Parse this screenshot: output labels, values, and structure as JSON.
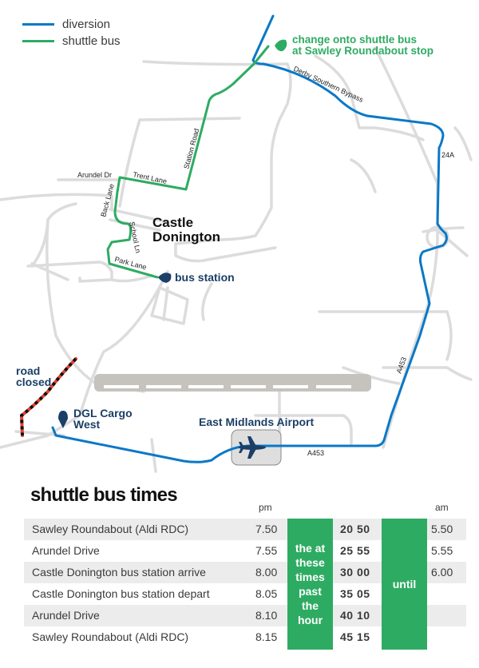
{
  "legend": {
    "items": [
      {
        "label": "diversion",
        "color": "#0a78c7"
      },
      {
        "label": "shuttle bus",
        "color": "#2eab62"
      }
    ]
  },
  "map": {
    "labels": {
      "change_stop_line1": "change onto shuttle bus",
      "change_stop_line2": "at Sawley Roundabout stop",
      "town_line1": "Castle",
      "town_line2": "Donington",
      "bus_station": "bus station",
      "road_closed_line1": "road",
      "road_closed_line2": "closed",
      "dgl_line1": "DGL Cargo",
      "dgl_line2": "West",
      "airport": "East Midlands Airport"
    },
    "roads": {
      "derby_bypass": "Derby Southern Bypass",
      "a24": "24A",
      "station_road": "Station Road",
      "arundel_dr": "Arundel Dr",
      "trent_lane": "Trent Lane",
      "back_lane": "Back Lane",
      "school_ln": "School Ln",
      "park_lane": "Park Lane",
      "a453_vertical": "A453",
      "a453_horizontal": "A453"
    },
    "colors": {
      "diversion": "#0a78c7",
      "shuttle": "#2eab62",
      "navy": "#1b3f66",
      "road": "#dcdcdc",
      "runway": "#c5c3bd",
      "closed_red": "#e8412c"
    }
  },
  "timetable": {
    "title": "shuttle bus times",
    "pm_header": "pm",
    "am_header": "am",
    "past_hour_text": "the at these times past the hour",
    "until_text": "until",
    "rows": [
      {
        "stop": "Sawley Roundabout (Aldi RDC)",
        "pm": "7.50",
        "minutes": "20  50",
        "am": "5.50"
      },
      {
        "stop": "Arundel Drive",
        "pm": "7.55",
        "minutes": "25  55",
        "am": "5.55"
      },
      {
        "stop": "Castle Donington bus station arrive",
        "pm": "8.00",
        "minutes": "30  00",
        "am": "6.00"
      },
      {
        "stop": "Castle Donington bus station depart",
        "pm": "8.05",
        "minutes": "35  05",
        "am": ""
      },
      {
        "stop": "Arundel Drive",
        "pm": "8.10",
        "minutes": "40  10",
        "am": ""
      },
      {
        "stop": "Sawley Roundabout (Aldi RDC)",
        "pm": "8.15",
        "minutes": "45  15",
        "am": ""
      }
    ]
  }
}
